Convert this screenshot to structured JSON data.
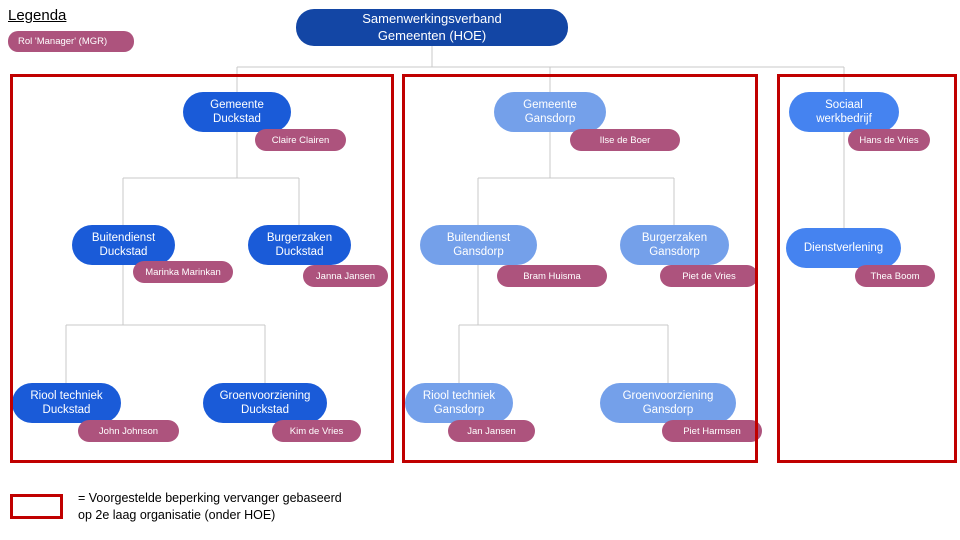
{
  "legend": {
    "title": "Legenda",
    "manager_role_label": "Rol 'Manager' (MGR)"
  },
  "root": {
    "label": "Samenwerkingsverband\nGemeenten (HOE)"
  },
  "trees": {
    "duckstad": {
      "nodes": [
        {
          "label": "Gemeente\nDuckstad",
          "manager": "Claire Clairen"
        },
        {
          "label": "Buitendienst\nDuckstad",
          "manager": "Marinka Marinkan"
        },
        {
          "label": "Burgerzaken\nDuckstad",
          "manager": "Janna Jansen"
        },
        {
          "label": "Riool techniek\nDuckstad",
          "manager": "John Johnson"
        },
        {
          "label": "Groenvoorziening\nDuckstad",
          "manager": "Kim de Vries"
        }
      ]
    },
    "gansdorp": {
      "nodes": [
        {
          "label": "Gemeente\nGansdorp",
          "manager": "Ilse de Boer"
        },
        {
          "label": "Buitendienst\nGansdorp",
          "manager": "Bram Huisma"
        },
        {
          "label": "Burgerzaken\nGansdorp",
          "manager": "Piet de Vries"
        },
        {
          "label": "Riool techniek\nGansdorp",
          "manager": "Jan Jansen"
        },
        {
          "label": "Groenvoorziening\nGansdorp",
          "manager": "Piet Harmsen"
        }
      ]
    },
    "sociaal": {
      "nodes": [
        {
          "label": "Sociaal\nwerkbedrijf",
          "manager": "Hans de Vries"
        },
        {
          "label": "Dienstverlening",
          "manager": "Thea Boom"
        }
      ]
    }
  },
  "footnote": {
    "text": "= Voorgestelde beperking vervanger gebaseerd\nop 2e laag organisatie (onder HOE)"
  },
  "colors": {
    "root_blue": "#1346A5",
    "duckstad_blue": "#1A5BD8",
    "gansdorp_blue": "#74A0EA",
    "sociaal_blue": "#4583F0",
    "manager_pink": "#AD537D",
    "highlight_red": "#C00000",
    "connector_gray": "#C8C8C8"
  }
}
